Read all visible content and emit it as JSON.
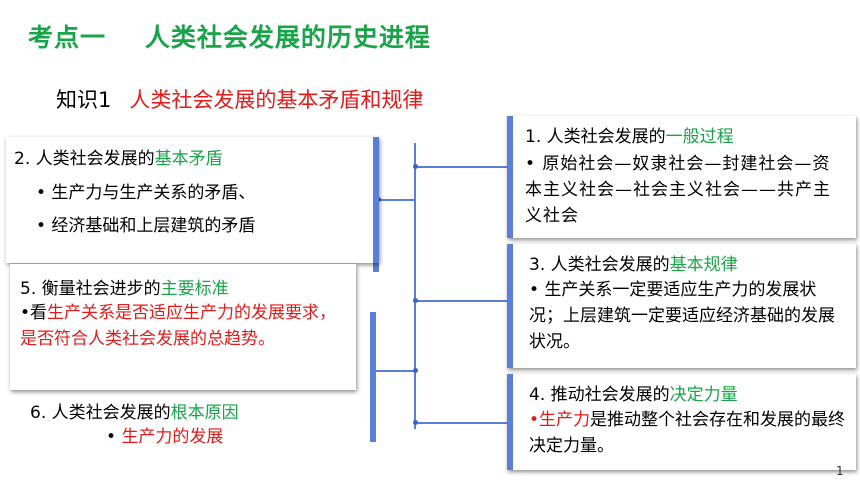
{
  "title": "考点一    人类社会发展的历史进程",
  "subtitle": {
    "prefix": "知识1",
    "text": "人类社会发展的基本矛盾和规律"
  },
  "box2": {
    "title_prefix": "2. 人类社会发展的",
    "title_highlight": "基本矛盾",
    "items": [
      "• 生产力与生产关系的矛盾、",
      "• 经济基础和上层建筑的矛盾"
    ]
  },
  "box5": {
    "title_prefix": "5. 衡量社会进步的",
    "title_highlight": "主要标准",
    "bullet": "•",
    "text_prefix": "看",
    "text_red": "生产关系是否适应生产力的发展要求，是否符合人类社会发展的总趋势。"
  },
  "box6": {
    "title_prefix": "6. 人类社会发展的",
    "title_highlight": "根本原因",
    "bullet": "•",
    "text_red": "生产力的发展"
  },
  "box1": {
    "title_prefix": "1. 人类社会发展的",
    "title_highlight": "一般过程",
    "text": "• 原始社会—奴隶社会—封建社会—资本主义社会—社会主义社会——共产主义社会"
  },
  "box3": {
    "title_prefix": "3. 人类社会发展的",
    "title_highlight": "基本规律",
    "text": "• 生产关系一定要适应生产力的发展状况；上层建筑一定要适应经济基础的发展状况。"
  },
  "box4": {
    "title_prefix": "4. 推动社会发展的",
    "title_highlight": "决定力量",
    "bullet": "•",
    "text_red": "生产力",
    "text_suffix": "是推动整个社会存在和发展的最终决定力量。"
  },
  "page_number": "1",
  "colors": {
    "green": "#1aa44a",
    "red": "#e31b1b",
    "blue": "#5b7fd6"
  }
}
